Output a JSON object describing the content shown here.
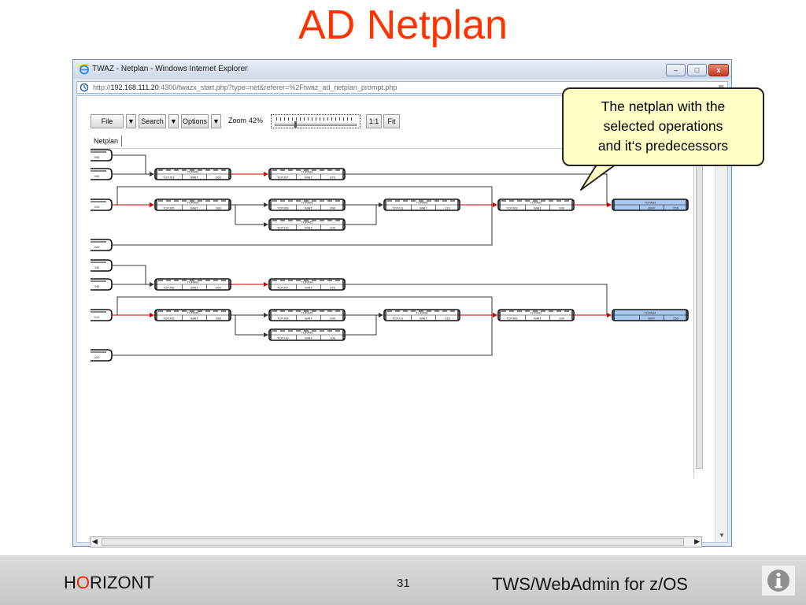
{
  "slide": {
    "title": "AD Netplan",
    "brand_h": "H",
    "brand_o": "O",
    "brand_rest": "RIZONT",
    "page_number": "31",
    "product": "TWS/WebAdmin for z/OS"
  },
  "browser": {
    "window_title": "TWAZ - Netplan - Windows Internet Explorer",
    "url_scheme": "http://",
    "url_host": "192.168.111.20",
    "url_rest": ":4300/twazx_start.php?type=net&referer=%2Ftwaz_ad_netplan_prompt.php",
    "minimize_label": "–",
    "restore_label": "□",
    "close_label": "x"
  },
  "toolbar": {
    "file_label": "File",
    "search_label": "Search",
    "options_label": "Options",
    "zoom_label": "Zoom",
    "zoom_value": "42%",
    "zoom_fraction": 0.42,
    "one_to_one_label": "1:1",
    "fit_label": "Fit",
    "dropdown_glyph": "▼"
  },
  "tabs": {
    "netplan_label": "Netplan"
  },
  "callout": {
    "line1": "The netplan with the",
    "line2": "selected operations",
    "line3": "and it‘s predecessors"
  },
  "netplan": {
    "edge_color": "#333333",
    "critical_color": "#cc0000",
    "selected_fill": "#a9c8f0",
    "groups": [
      {
        "stubs": [
          "030",
          "040",
          "010",
          "020"
        ],
        "nodes": [
          {
            "ws": "TCPA03",
            "job": "TCPJ03",
            "status": "WAIT",
            "op": "050"
          },
          {
            "ws": "TCPA04",
            "job": "TCPJ07",
            "status": "WAIT",
            "op": "070"
          },
          {
            "ws": "TCPA05",
            "job": "TCPJ05",
            "status": "WAIT",
            "op": "080"
          },
          {
            "ws": "TCPA05",
            "job": "TCPJ09",
            "status": "WAIT",
            "op": "090"
          },
          {
            "ws": "TCPA05",
            "job": "TCPJ10",
            "status": "WAIT",
            "op": "100"
          },
          {
            "ws": "TCPA06",
            "job": "TCPJ11",
            "status": "WAIT",
            "op": "110"
          },
          {
            "ws": "TCPA02",
            "job": "TCPJ03",
            "status": "WAIT",
            "op": "030"
          },
          {
            "ws": "TCPA04",
            "job": "",
            "status": "DMY",
            "op": "255"
          }
        ]
      },
      {
        "stubs": [
          "030",
          "040",
          "010",
          "020"
        ],
        "nodes": [
          {
            "ws": "TCPA03",
            "job": "TCPJ08",
            "status": "WAIT",
            "op": "050"
          },
          {
            "ws": "TCPA04",
            "job": "TCPJ07",
            "status": "WAIT",
            "op": "070"
          },
          {
            "ws": "TCPA05",
            "job": "TCPJ05",
            "status": "WAIT",
            "op": "080"
          },
          {
            "ws": "TCPA05",
            "job": "TCPJ09",
            "status": "WAIT",
            "op": "090"
          },
          {
            "ws": "TCPA05",
            "job": "TCPJ10",
            "status": "WAIT",
            "op": "100"
          },
          {
            "ws": "TCPA06",
            "job": "TCPJ11",
            "status": "WAIT",
            "op": "110"
          },
          {
            "ws": "TCPA02",
            "job": "TCPJ03",
            "status": "WAIT",
            "op": "030"
          },
          {
            "ws": "TCPA04",
            "job": "",
            "status": "DMY",
            "op": "255"
          }
        ]
      }
    ]
  }
}
